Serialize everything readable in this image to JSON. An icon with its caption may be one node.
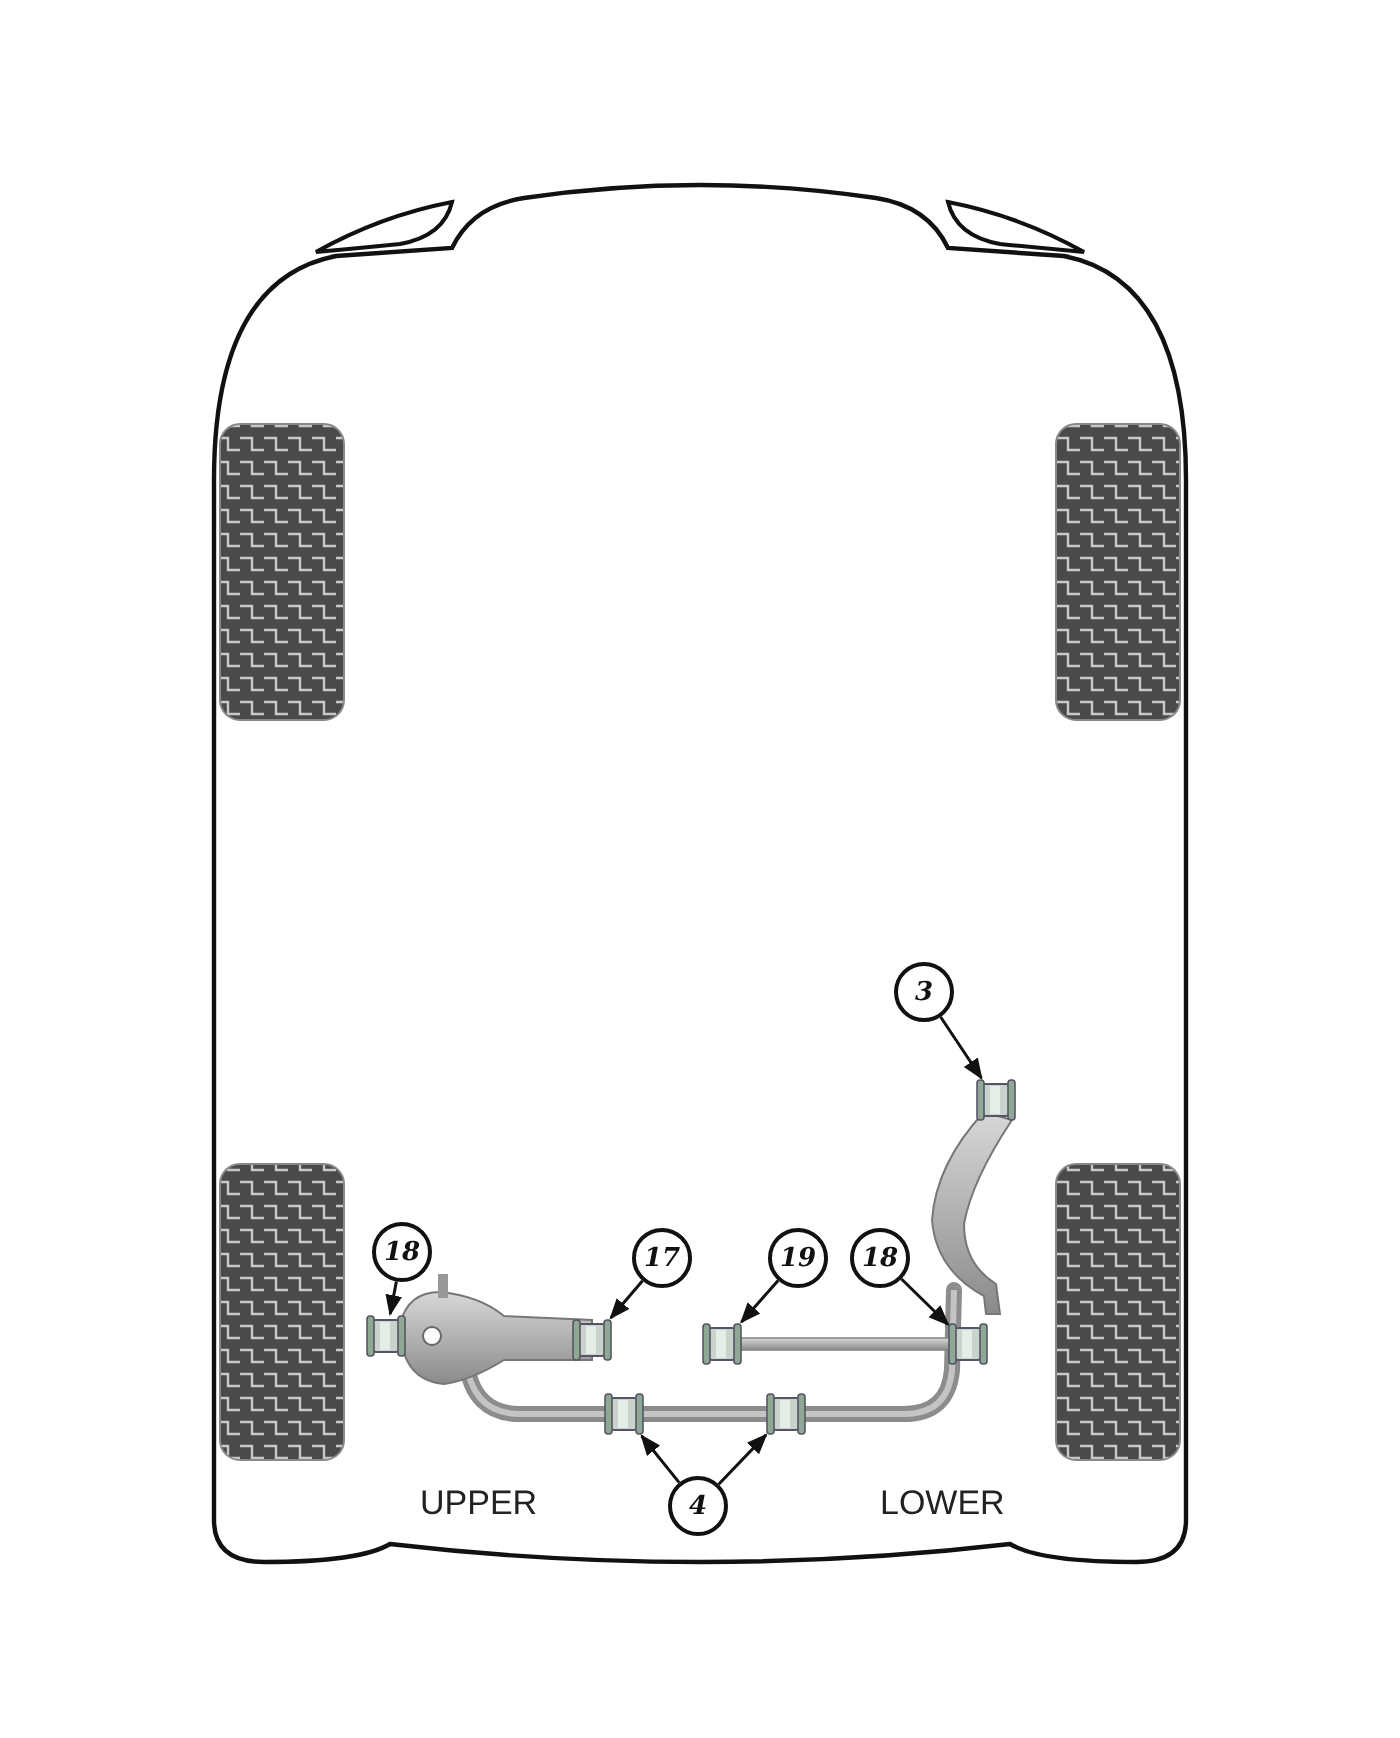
{
  "diagram": {
    "nodes": [
      {
        "text": [
          "3"
        ]
      },
      {
        "text": [
          "18"
        ]
      },
      {
        "text": [
          "17"
        ]
      },
      {
        "text": [
          "19"
        ]
      },
      {
        "text": [
          "18"
        ]
      },
      {
        "text": [
          "4"
        ]
      },
      {
        "text": [],
        "shape": "picture"
      },
      {
        "text": [],
        "shape": "picture"
      },
      {
        "text": [],
        "shape": "picture"
      },
      {
        "text": [],
        "shape": "picture"
      },
      {
        "text": [],
        "shape": "picture"
      },
      {
        "text": [],
        "shape": "picture"
      },
      {
        "text": [],
        "shape": "picture"
      }
    ],
    "edges": [
      {
        "from": 0,
        "to": 6,
        "arrow": "to"
      },
      {
        "from": 1,
        "to": 7,
        "arrow": "to"
      },
      {
        "from": 2,
        "to": 8,
        "arrow": "to"
      },
      {
        "from": 3,
        "to": 9,
        "arrow": "to"
      },
      {
        "from": 4,
        "to": 10,
        "arrow": "to"
      },
      {
        "from": 5,
        "to": 11,
        "arrow": "to"
      },
      {
        "from": 5,
        "to": 12,
        "arrow": "to"
      }
    ],
    "labels": [
      "UPPER",
      "LOWER"
    ]
  }
}
